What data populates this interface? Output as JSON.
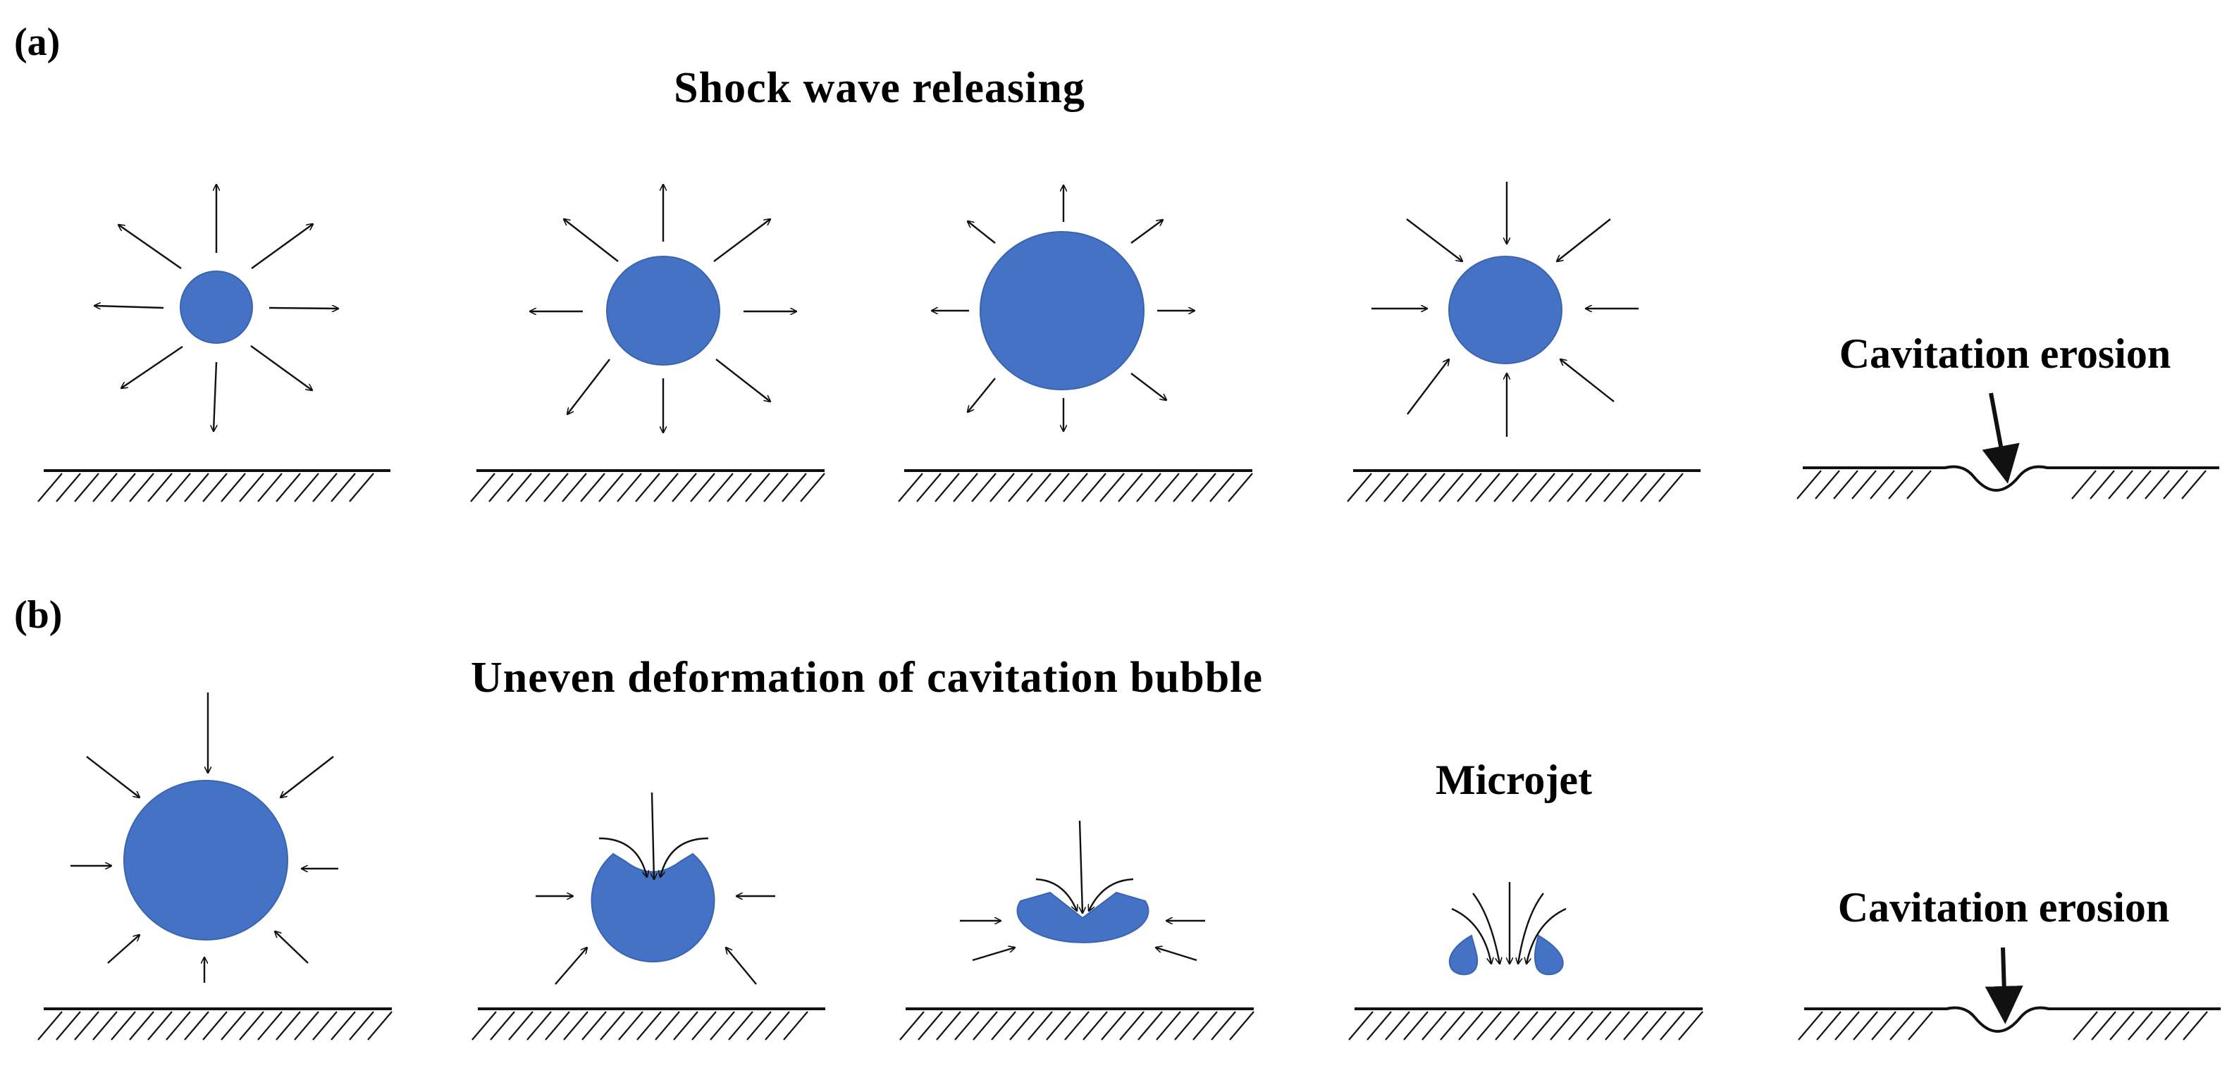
{
  "colors": {
    "bubble": "#4472c4",
    "bubble_edge": "#3a64b0",
    "line": "#111111"
  },
  "panels": [
    {
      "label": "(a)",
      "title": "Shock  wave  releasing",
      "erosion_label": "Cavitation erosion"
    },
    {
      "label": "(b)",
      "title": "Uneven  deformation of cavitation bubble",
      "microjet_label": "Microjet",
      "erosion_label": "Cavitation erosion"
    }
  ]
}
